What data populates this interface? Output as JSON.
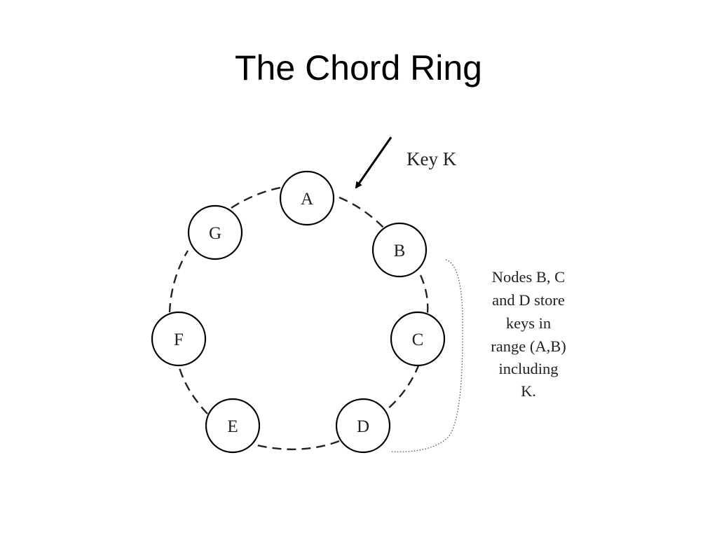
{
  "slide": {
    "title": "The Chord Ring"
  },
  "diagram": {
    "nodes": [
      {
        "id": "A",
        "label": "A"
      },
      {
        "id": "B",
        "label": "B"
      },
      {
        "id": "C",
        "label": "C"
      },
      {
        "id": "D",
        "label": "D"
      },
      {
        "id": "E",
        "label": "E"
      },
      {
        "id": "F",
        "label": "F"
      },
      {
        "id": "G",
        "label": "G"
      }
    ],
    "key_label": "Key K",
    "note_lines": [
      "Nodes B, C",
      "and D store",
      "keys in",
      "range (A,B)",
      "including",
      "K."
    ]
  }
}
